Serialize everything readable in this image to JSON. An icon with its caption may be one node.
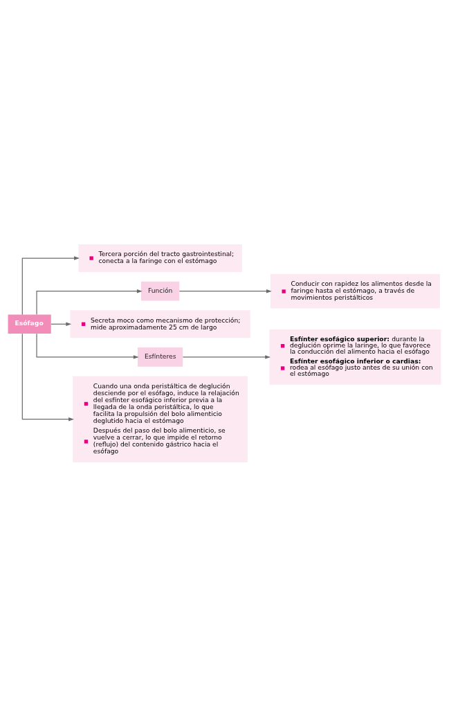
{
  "diagram": {
    "nodes": [
      {
        "text": [
          "Esófago"
        ]
      },
      {
        "text": [
          "Tercera porción del tracto gastrointestinal; conecta a la faringe con el estómago"
        ]
      },
      {
        "text": [
          "Función"
        ]
      },
      {
        "text": [
          "Conducir con rapidez los alimentos desde la faringe hasta el estómago, a través de movimientos peristálticos"
        ]
      },
      {
        "text": [
          "Secreta moco como mecanismo de protección; mide aproximadamente 25 cm de largo"
        ]
      },
      {
        "text": [
          "Esfínteres"
        ]
      },
      {
        "text": [
          "**Esfínter esofágico superior:** durante la deglución oprime la laringe, lo que favorece la conducción del alimento hacia el esófago",
          "**Esfínter esofágico inferior o cardias:** rodea al esófago justo antes de su unión con el estómago"
        ]
      },
      {
        "text": [
          "Cuando una onda peristáltica de deglución desciende por el esófago, induce la relajación del esfínter esofágico inferior previa a la llegada de la onda peristáltica, lo que facilita la propulsión del bolo alimenticio deglutido hacia el estómago",
          "Después del paso del bolo alimenticio, se vuelve a cerrar, lo que impide el retorno (reflujo) del contenido gástrico hacia el esófago"
        ]
      }
    ],
    "edges": [
      {
        "from": 0,
        "to": 1,
        "arrow": "to"
      },
      {
        "from": 0,
        "to": 2,
        "arrow": "to"
      },
      {
        "from": 2,
        "to": 3,
        "arrow": "to"
      },
      {
        "from": 0,
        "to": 4,
        "arrow": "to"
      },
      {
        "from": 0,
        "to": 5,
        "arrow": "to"
      },
      {
        "from": 5,
        "to": 6,
        "arrow": "to"
      },
      {
        "from": 0,
        "to": 7,
        "arrow": "to"
      }
    ]
  }
}
